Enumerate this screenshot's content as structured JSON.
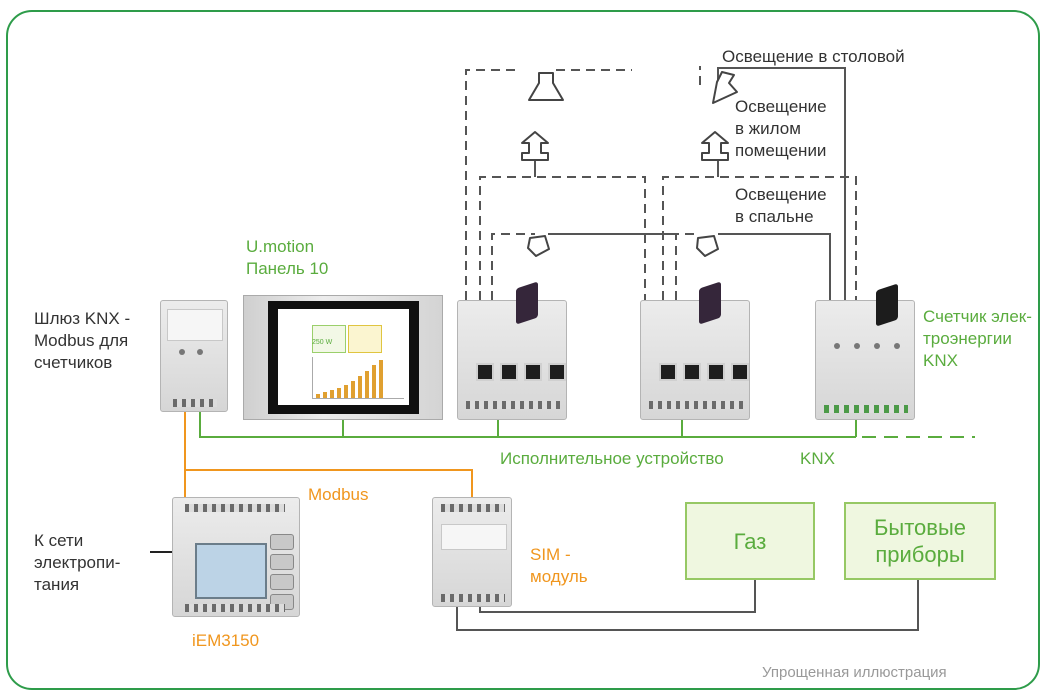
{
  "labels": {
    "lighting_dining": "Освещение в столовой",
    "lighting_living": [
      "Освещение",
      "в жилом",
      "помещении"
    ],
    "lighting_bedroom": [
      "Освещение",
      "в спальне"
    ],
    "panel": [
      "U.motion",
      "Панель 10"
    ],
    "gateway": [
      "Шлюз KNX -",
      "Modbus для",
      "счетчиков"
    ],
    "energy_meter": [
      "Счетчик элек-",
      "троэнергии",
      "KNX"
    ],
    "actuator": "Исполнительное устройство",
    "knx": "KNX",
    "modbus": "Modbus",
    "mains": [
      "К сети",
      "электропи-",
      "тания"
    ],
    "meter_model": "iEM3150",
    "sim": [
      "SIM -",
      "модуль"
    ],
    "gas": "Газ",
    "appliances": [
      "Бытовые",
      "приборы"
    ],
    "footer": "Упрощенная иллюстрация"
  },
  "screen": {
    "value_1": "250 W"
  },
  "colors": {
    "frame": "#2e9c4a",
    "knx_bus": "#5aac3e",
    "modbus_bus": "#f0961e",
    "box_fill": "#eff7e0",
    "box_border": "#96c864",
    "lighting_wire": "#555555"
  }
}
